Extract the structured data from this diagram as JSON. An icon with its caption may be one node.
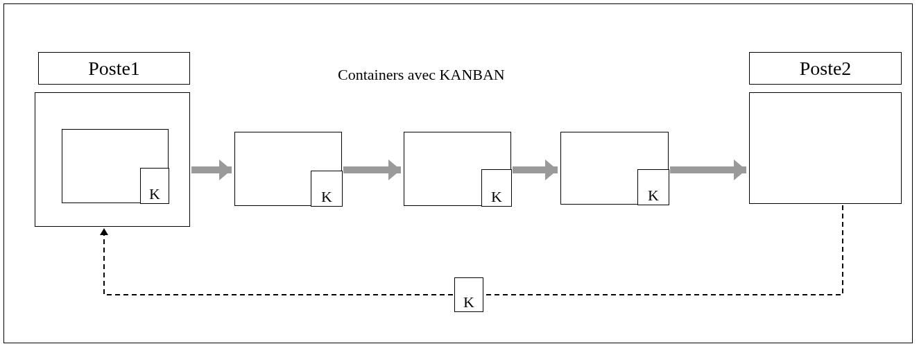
{
  "diagram": {
    "nodes": [
      {
        "text": [
          "Poste1"
        ]
      },
      {
        "text": [],
        "shape": "box"
      },
      {
        "text": [],
        "shape": "box",
        "in": 1
      },
      {
        "text": [
          "K"
        ],
        "in": 2
      },
      {
        "text": [],
        "shape": "box"
      },
      {
        "text": [
          "K"
        ],
        "in": 4
      },
      {
        "text": [],
        "shape": "box"
      },
      {
        "text": [
          "K"
        ],
        "in": 6
      },
      {
        "text": [],
        "shape": "box"
      },
      {
        "text": [
          "K"
        ],
        "in": 8
      },
      {
        "text": [
          "Poste2"
        ]
      },
      {
        "text": [],
        "shape": "box"
      },
      {
        "text": [
          "K"
        ]
      }
    ],
    "edges": [
      {
        "from": 1,
        "to": 4,
        "arrow": "to"
      },
      {
        "from": 4,
        "to": 6,
        "arrow": "to"
      },
      {
        "from": 6,
        "to": 8,
        "arrow": "to"
      },
      {
        "from": 8,
        "to": 11,
        "arrow": "to"
      },
      {
        "from": 11,
        "to": 12,
        "arrow": "none",
        "style": "dashed",
        "color": "#000000"
      },
      {
        "from": 12,
        "to": 1,
        "arrow": "to",
        "style": "dashed",
        "color": "#000000"
      }
    ],
    "labels": [
      "Containers avec KANBAN"
    ]
  }
}
